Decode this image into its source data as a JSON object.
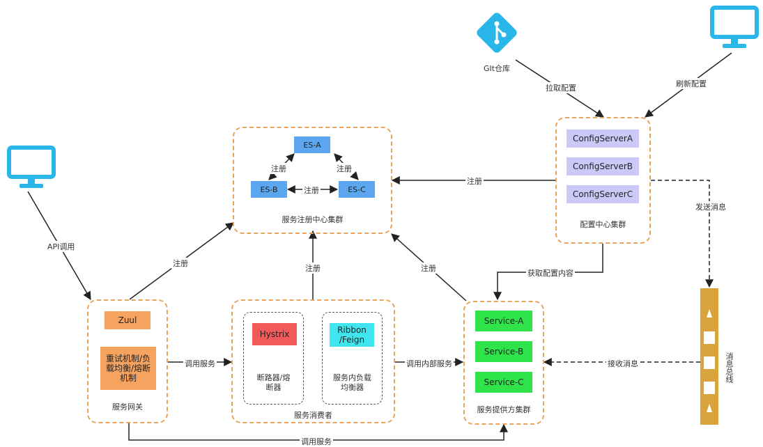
{
  "registry": {
    "caption": "服务注册中心集群",
    "es_a": "ES-A",
    "es_b": "ES-B",
    "es_c": "ES-C",
    "edge_ab": "注册",
    "edge_ac": "注册",
    "edge_bc": "注册"
  },
  "config": {
    "caption": "配置中心集群",
    "servers": [
      "ConfigServerA",
      "ConfigServerB",
      "ConfigServerC"
    ]
  },
  "git": {
    "label": "GIt仓库"
  },
  "gateway": {
    "caption": "服务网关",
    "zuul": "Zuul",
    "mechanism_lines": [
      "重试机制/负",
      "载均衡/熔断",
      "机制"
    ]
  },
  "consumer": {
    "caption": "服务消费者",
    "hystrix": "Hystrix",
    "hystrix_caption_lines": [
      "断路器/熔",
      "断器"
    ],
    "ribbon_lines": [
      "Ribbon",
      "/Feign"
    ],
    "ribbon_caption_lines": [
      "服务内负载",
      "均衡器"
    ]
  },
  "provider": {
    "caption": "服务提供方集群",
    "services": [
      "Service-A",
      "Service-B",
      "Service-C"
    ]
  },
  "bus": {
    "label": "消息总线"
  },
  "edges": {
    "pull_config": "拉取配置",
    "refresh_config": "刷新配置",
    "api_call": "API调用",
    "gateway_register": "注册",
    "consumer_register": "注册",
    "provider_register": "注册",
    "config_register": "注册",
    "send_message": "发送消息",
    "fetch_config": "获取配置内容",
    "call_service": "调用服务",
    "call_internal": "调用内部服务",
    "receive_message": "接收消息",
    "bottom_call": "调用服务"
  },
  "colors": {
    "cluster_border": "#e8a35a",
    "es_node": "#5aa7f0",
    "config_node": "#ccc8f7",
    "zuul": "#f5a35f",
    "hystrix": "#f05a5a",
    "ribbon": "#3fe6ee",
    "service": "#2fe34a",
    "monitor": "#29b6e8",
    "bus": "#d9a43b"
  }
}
